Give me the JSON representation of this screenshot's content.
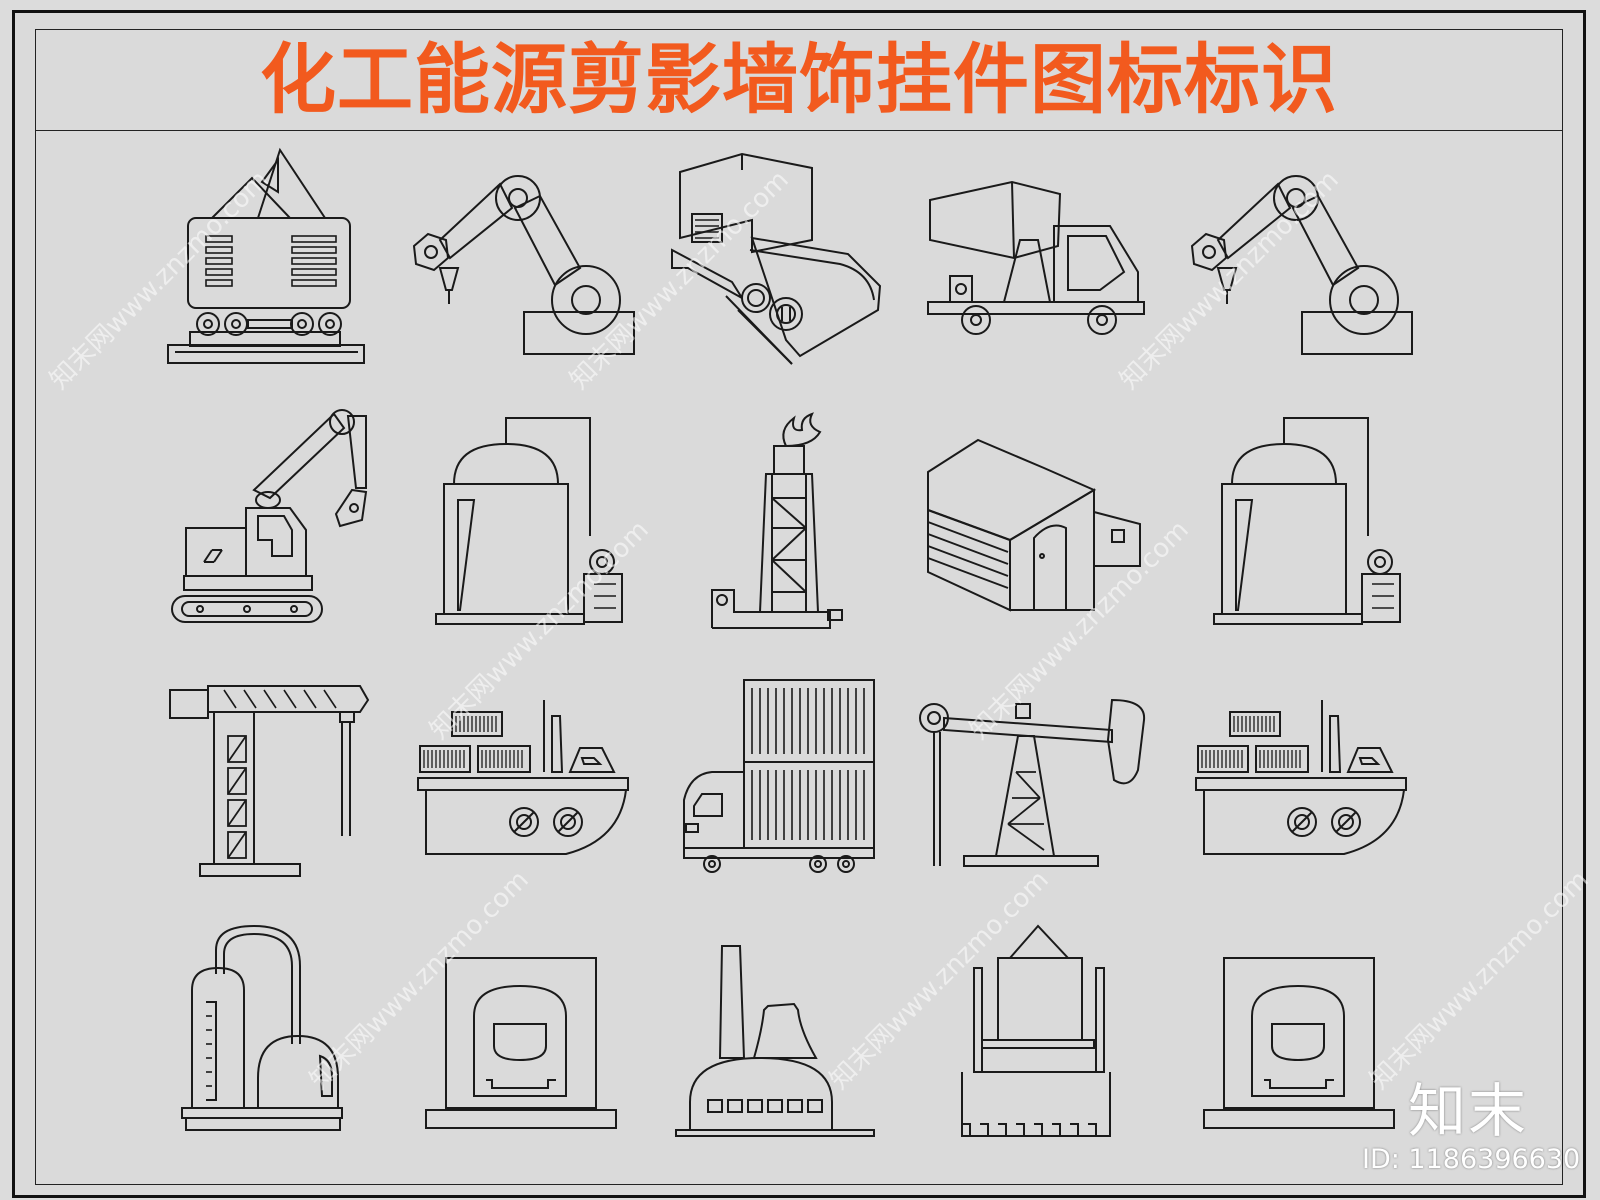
{
  "title": "化工能源剪影墙饰挂件图标标识",
  "brand": "知末",
  "id_text": "ID: 1186396630",
  "watermark_text": "知末网www.znzmo.com",
  "colors": {
    "title": "#f25a1e",
    "line": "#1a1a1a",
    "background": "#dcdcdc"
  }
}
